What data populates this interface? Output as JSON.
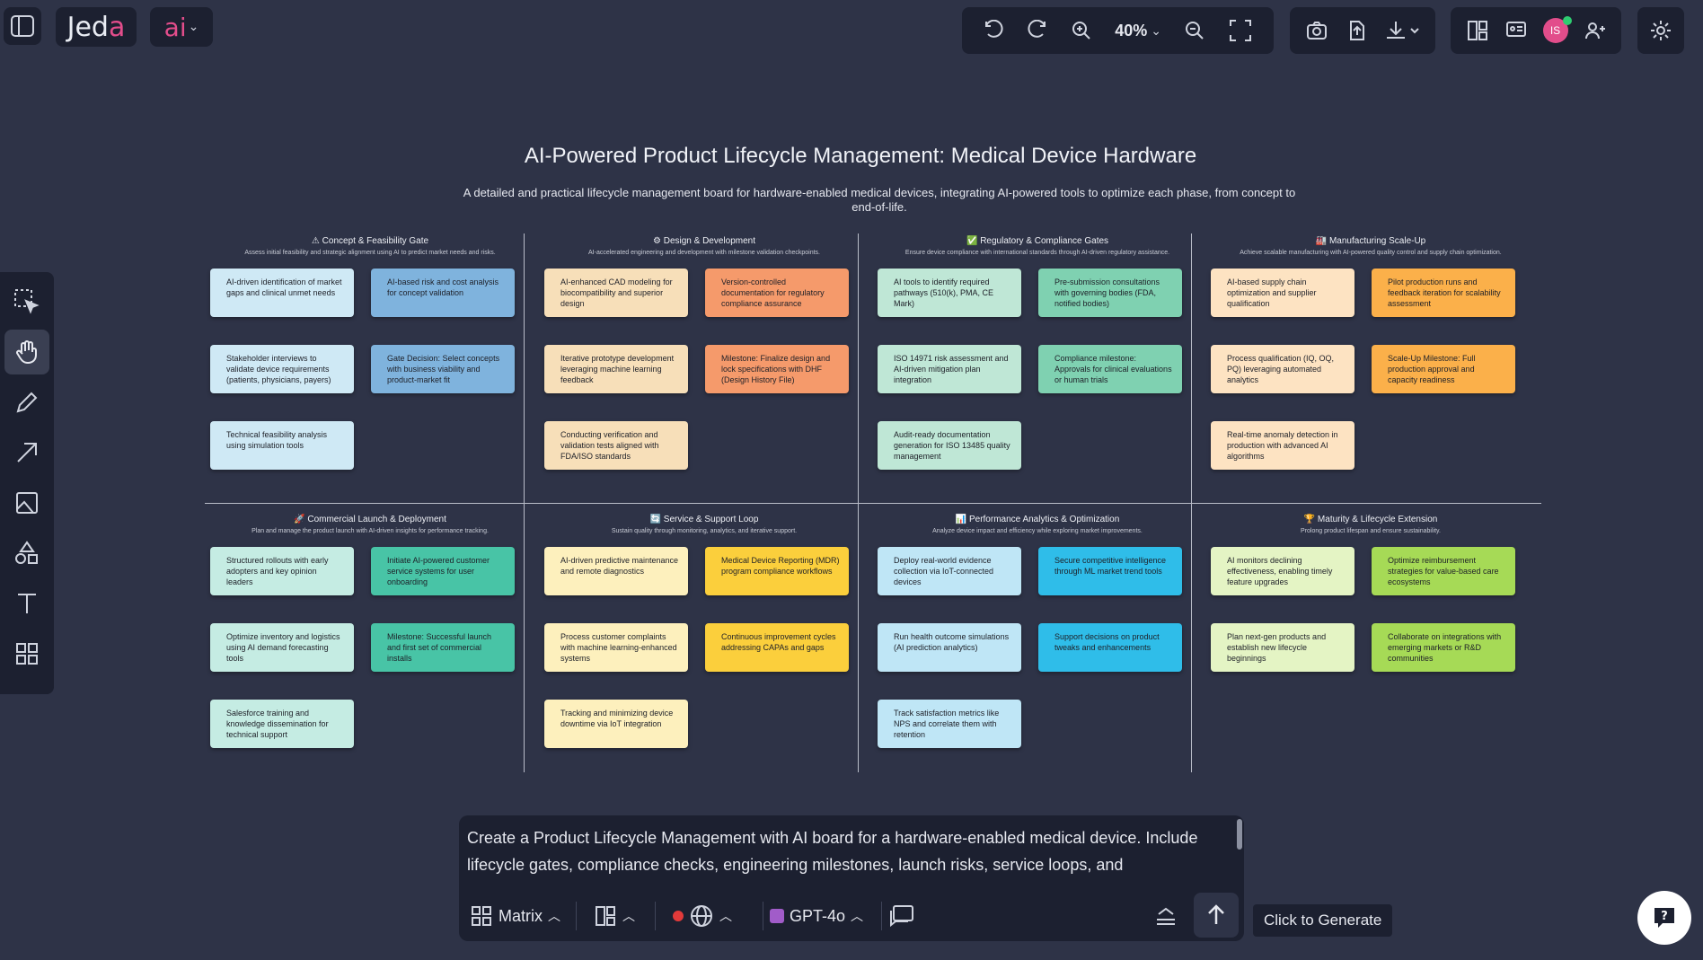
{
  "app": {
    "logo_text": "Jed",
    "logo_accent": "a",
    "ai_label": "ai"
  },
  "toolbar": {
    "zoom": "40%"
  },
  "user": {
    "initials": "IS"
  },
  "board": {
    "title": "AI-Powered Product Lifecycle Management: Medical Device Hardware",
    "subtitle": "A detailed and practical lifecycle management board for hardware-enabled medical devices, integrating AI-powered tools to optimize each phase, from concept to end-of-life.",
    "columns": [
      {
        "icon": "⚠",
        "title": "Concept & Feasibility Gate",
        "desc": "Assess initial feasibility and strategic alignment using AI to predict market needs and risks.",
        "colors": [
          "#cfe9f5",
          "#7fb3dd"
        ],
        "notes": [
          "AI-driven identification of market gaps and clinical unmet needs",
          "AI-based risk and cost analysis for concept validation",
          "Stakeholder interviews to validate device requirements (patients, physicians, payers)",
          "Gate Decision: Select concepts with business viability and product-market fit",
          "Technical feasibility analysis using simulation tools"
        ]
      },
      {
        "icon": "⚙",
        "title": "Design & Development",
        "desc": "AI-accelerated engineering and development with milestone validation checkpoints.",
        "colors": [
          "#f7dfb9",
          "#f59a6b"
        ],
        "notes": [
          "AI-enhanced CAD modeling for biocompatibility and superior design",
          "Version-controlled documentation for regulatory compliance assurance",
          "Iterative prototype development leveraging machine learning feedback",
          "Milestone: Finalize design and lock specifications with DHF (Design History File)",
          "Conducting verification and validation tests aligned with FDA/ISO standards"
        ]
      },
      {
        "icon": "✅",
        "title": "Regulatory & Compliance Gates",
        "desc": "Ensure device compliance with international standards through AI-driven regulatory assistance.",
        "colors": [
          "#bfe7d6",
          "#7fd1b1"
        ],
        "notes": [
          "AI tools to identify required pathways (510(k), PMA, CE Mark)",
          "Pre-submission consultations with governing bodies (FDA, notified bodies)",
          "ISO 14971 risk assessment and AI-driven mitigation plan integration",
          "Compliance milestone: Approvals for clinical evaluations or human trials",
          "Audit-ready documentation generation for ISO 13485 quality management"
        ]
      },
      {
        "icon": "🏭",
        "title": "Manufacturing Scale-Up",
        "desc": "Achieve scalable manufacturing with AI-powered quality control and supply chain optimization.",
        "colors": [
          "#fde3c2",
          "#fbb04a"
        ],
        "notes": [
          "AI-based supply chain optimization and supplier qualification",
          "Pilot production runs and feedback iteration for scalability assessment",
          "Process qualification (IQ, OQ, PQ) leveraging automated analytics",
          "Scale-Up Milestone: Full production approval and capacity readiness",
          "Real-time anomaly detection in production with advanced AI algorithms"
        ]
      },
      {
        "icon": "🚀",
        "title": "Commercial Launch & Deployment",
        "desc": "Plan and manage the product launch with AI-driven insights for performance tracking.",
        "colors": [
          "#c5ece3",
          "#48c4a6"
        ],
        "notes": [
          "Structured rollouts with early adopters and key opinion leaders",
          "Initiate AI-powered customer service systems for user onboarding",
          "Optimize inventory and logistics using AI demand forecasting tools",
          "Milestone: Successful launch and first set of commercial installs",
          "Salesforce training and knowledge dissemination for technical support"
        ]
      },
      {
        "icon": "🔄",
        "title": "Service & Support Loop",
        "desc": "Sustain quality through monitoring, analytics, and iterative support.",
        "colors": [
          "#fdf0bd",
          "#fbcf3c"
        ],
        "notes": [
          "AI-driven predictive maintenance and remote diagnostics",
          "Medical Device Reporting (MDR) program compliance workflows",
          "Process customer complaints with machine learning-enhanced systems",
          "Continuous improvement cycles addressing CAPAs and gaps",
          "Tracking and minimizing device downtime via IoT integration"
        ]
      },
      {
        "icon": "📊",
        "title": "Performance Analytics & Optimization",
        "desc": "Analyze device impact and efficiency while exploring market improvements.",
        "colors": [
          "#bfe6f6",
          "#2fbde9"
        ],
        "notes": [
          "Deploy real-world evidence collection via IoT-connected devices",
          "Secure competitive intelligence through ML market trend tools",
          "Run health outcome simulations (AI prediction analytics)",
          "Support decisions on product tweaks and enhancements",
          "Track satisfaction metrics like NPS and correlate them with retention"
        ]
      },
      {
        "icon": "🏆",
        "title": "Maturity & Lifecycle Extension",
        "desc": "Prolong product lifespan and ensure sustainability.",
        "colors": [
          "#e4f4c4",
          "#a6da56"
        ],
        "notes": [
          "AI monitors declining effectiveness, enabling timely feature upgrades",
          "Optimize reimbursement strategies for value-based care ecosystems",
          "Plan next-gen products and establish new lifecycle beginnings",
          "Collaborate on integrations with emerging markets or R&D communities"
        ]
      }
    ]
  },
  "prompt": {
    "text": "Create a Product Lifecycle Management with AI board for a hardware-enabled medical device. Include lifecycle gates, compliance checks, engineering milestones, launch risks, service loops, and",
    "layout_label": "Matrix",
    "model_label": "GPT-4o",
    "tooltip": "Click to Generate"
  }
}
